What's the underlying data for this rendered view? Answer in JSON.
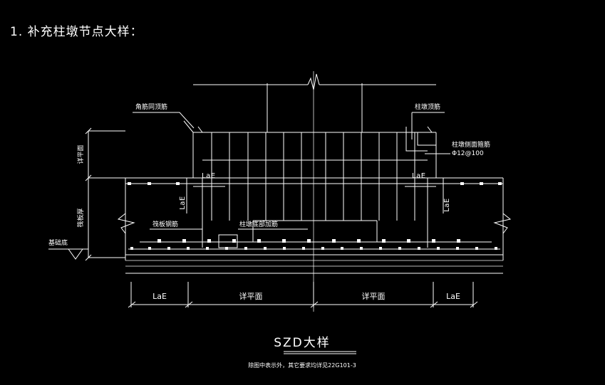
{
  "page": {
    "background_color": "#000000",
    "line_color": "#ffffff",
    "heading": "1. 补充柱墩节点大样："
  },
  "drawing": {
    "title": "SZD大样",
    "note": "除图中表示外，其它要求均详见22G101-3",
    "annotations": {
      "corner_bar": "角筋同顶筋",
      "pier_top_bar": "柱墩顶筋",
      "pier_side_stirrup": "柱墩侧面箍筋",
      "pier_side_stirrup_spec": "Φ12@100",
      "raft_rebar": "筏板钢筋",
      "pier_bottom_extra_bar": "柱墩底部加筋"
    },
    "vertical_labels": {
      "detail_plan": "详平面",
      "raft_thickness": "筏板厚",
      "foundation_bottom": "基础底"
    },
    "inner_dim_labels": {
      "lae_h_left": "LaE",
      "lae_v_left": "LaE",
      "lae_h_right": "LaE",
      "lae_v_right": "LaE"
    },
    "bottom_dimensions": [
      {
        "label": "LaE"
      },
      {
        "label": "详平面"
      },
      {
        "label": "详平面"
      },
      {
        "label": "LaE"
      }
    ]
  }
}
